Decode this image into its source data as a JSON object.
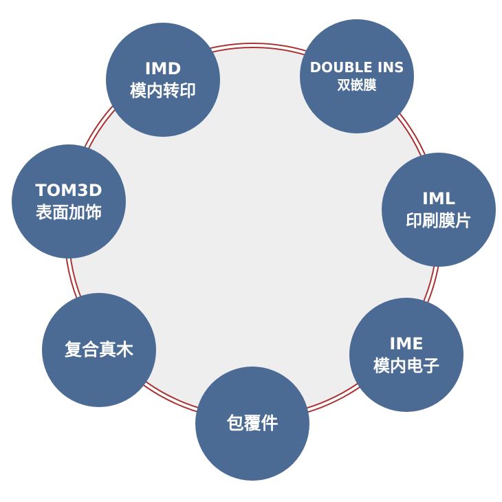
{
  "nodes": [
    {
      "id": "imd",
      "line1": "IMD",
      "line2": "模内转印"
    },
    {
      "id": "double-ins",
      "line1": "DOUBLE INS",
      "line2": "双嵌膜"
    },
    {
      "id": "iml",
      "line1": "IML",
      "line2": "印刷膜片"
    },
    {
      "id": "ime",
      "line1": "IME",
      "line2": "模内电子"
    },
    {
      "id": "bao-fu-jian",
      "line1": "包覆件"
    },
    {
      "id": "fu-he-zhen-mu",
      "line1": "复合真木"
    },
    {
      "id": "tom3d",
      "line1": "TOM3D",
      "line2": "表面加饰"
    }
  ],
  "colors": {
    "node_fill": "#4c6b94",
    "ring_stroke": "#a83434",
    "ring_fill": "#efeeef",
    "text": "#ffffff"
  }
}
